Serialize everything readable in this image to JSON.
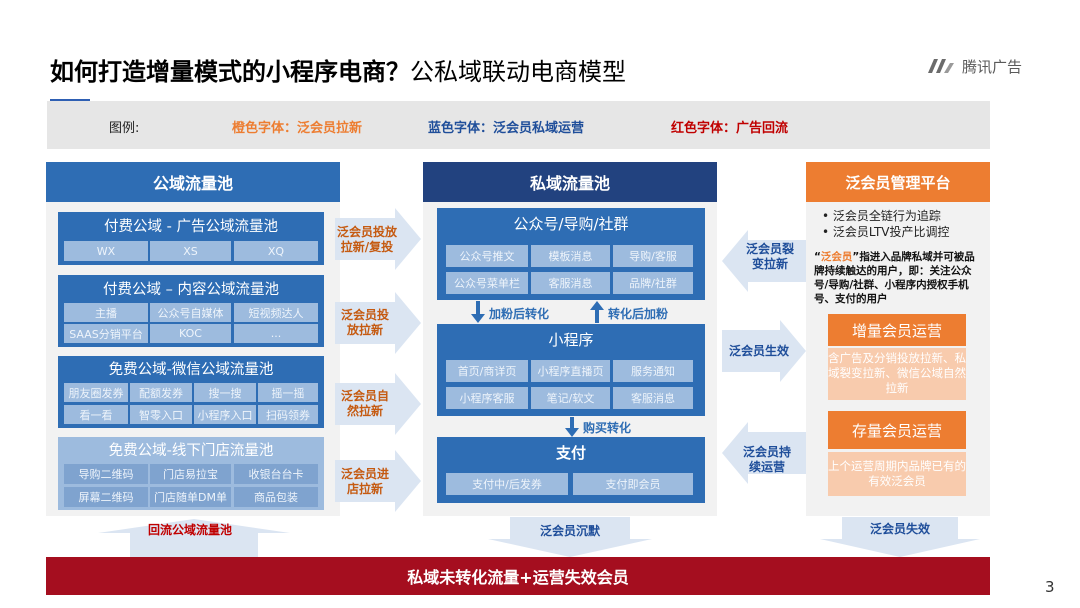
{
  "title": {
    "bold": "如何打造增量模式的小程序电商？",
    "normal": "公私域联动电商模型"
  },
  "brand": {
    "name": "腾讯广告",
    "icon": "tencent-ads-logo-icon"
  },
  "legend": {
    "label": "图例:",
    "orange": "橙色字体：泛会员拉新",
    "blue": "蓝色字体：泛会员私域运营",
    "red": "红色字体：广告回流",
    "colors": {
      "orange": "#ed7d31",
      "blue": "#1f4e9a",
      "red": "#c00000"
    }
  },
  "public_pool": {
    "title": "公域流量池",
    "groups": [
      {
        "title": "付费公域 - 广告公域流量池",
        "cells": [
          "WX",
          "XS",
          "XQ"
        ]
      },
      {
        "title": "付费公域 – 内容公域流量池",
        "cells": [
          "主播",
          "公众号自媒体",
          "短视频达人",
          "SAAS分销平台",
          "KOC",
          "..."
        ]
      },
      {
        "title": "免费公域-微信公域流量池",
        "cells": [
          "朋友圈发券",
          "配额发券",
          "搜一搜",
          "摇一摇",
          "看一看",
          "智零入口",
          "小程序入口",
          "扫码领券"
        ]
      },
      {
        "title": "免费公域-线下门店流量池",
        "cells": [
          "导购二维码",
          "门店易拉宝",
          "收银台台卡",
          "屏幕二维码",
          "门店随单DM单",
          "商品包装"
        ]
      }
    ]
  },
  "arrows_left": [
    "泛会员投放拉新/复投",
    "泛会员投放拉新",
    "泛会员自然拉新",
    "泛会员进店拉新"
  ],
  "private_pool": {
    "title": "私域流量池",
    "official": {
      "title": "公众号/导购/社群",
      "cells": [
        "公众号推文",
        "模板消息",
        "导购/客服",
        "公众号菜单栏",
        "客服消息",
        "品牌/社群"
      ]
    },
    "down_label": "加粉后转化",
    "up_label": "转化后加粉",
    "mini": {
      "title": "小程序",
      "cells": [
        "首页/商详页",
        "小程序直播页",
        "服务通知",
        "小程序客服",
        "笔记/软文",
        "客服消息"
      ]
    },
    "buy_label": "购买转化",
    "pay": {
      "title": "支付",
      "cells": [
        "支付中/后发券",
        "支付即会员"
      ]
    }
  },
  "arrows_right": [
    "泛会员裂变拉新",
    "泛会员生效",
    "泛会员持续运营"
  ],
  "member_platform": {
    "title": "泛会员管理平台",
    "bullets": [
      "泛会员全链行为追踪",
      "泛会员LTV投产比调控"
    ],
    "definition_quote": "泛会员",
    "definition": "指进入品牌私域并可被品牌持续触达的用户，即：关注公众号/导购/社群、小程序内授权手机号、支付的用户",
    "incr_title": "增量会员运营",
    "incr_desc": "含广告及分销投放拉新、私域裂变拉新、微信公域自然拉新",
    "stock_title": "存量会员运营",
    "stock_desc": "上个运营周期内品牌已有的有效泛会员"
  },
  "bottom": {
    "left_arrow": "回流公域流量池",
    "mid_arrow": "泛会员沉默",
    "right_arrow": "泛会员失效",
    "bar": "私域未转化流量+运营失效会员"
  },
  "page_number": "3"
}
